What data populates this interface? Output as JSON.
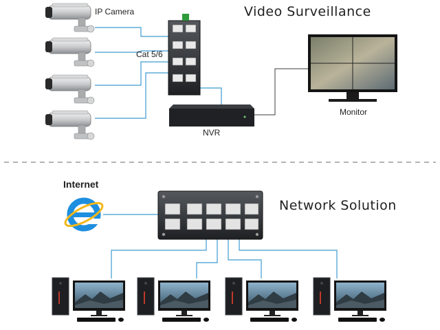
{
  "top": {
    "title": "Video Surveillance",
    "camera_label": "IP Camera",
    "cable_label": "Cat 5/6",
    "nvr_label": "NVR",
    "monitor_label": "Monitor"
  },
  "bottom": {
    "title": "Network Solution",
    "internet_label": "Internet"
  },
  "colors": {
    "cable": "#3d9ad1",
    "switch_body": "#2c2f33",
    "internet_icon": "#1e8fe0"
  },
  "icons": {
    "camera": "ip-camera-icon",
    "switch": "ethernet-switch-icon",
    "nvr": "nvr-recorder-icon",
    "monitor": "monitor-icon",
    "internet": "internet-explorer-icon",
    "computer": "desktop-computer-icon"
  }
}
